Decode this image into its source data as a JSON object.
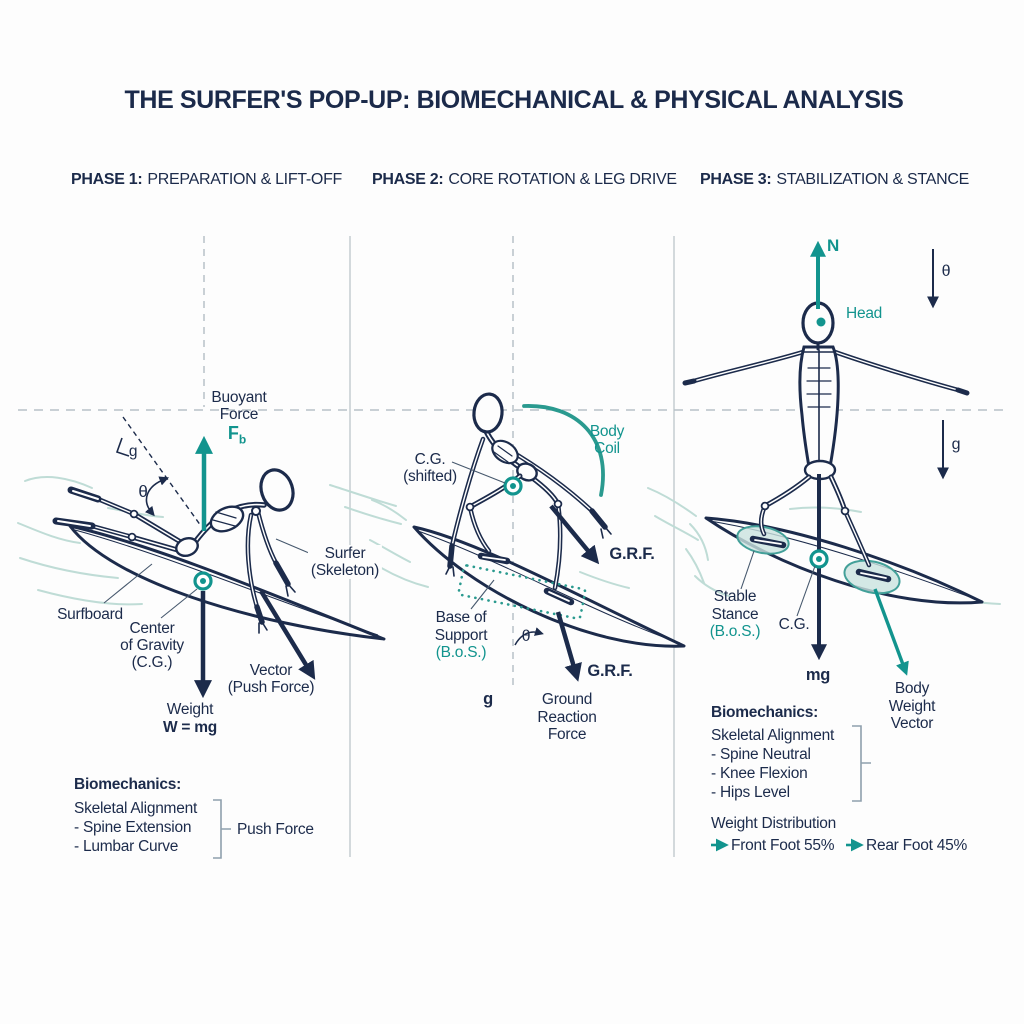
{
  "palette": {
    "navy": "#1c2b4b",
    "teal": "#12948e",
    "teal_fill": "#c9e2de",
    "wave": "#bfdcd6",
    "gray_dash": "#b8c2c8",
    "divider": "#c5cdd2"
  },
  "title": "THE SURFER'S POP-UP: BIOMECHANICAL & PHYSICAL ANALYSIS",
  "phase1": {
    "heading_label": "PHASE 1:",
    "heading_text": "PREPARATION & LIFT-OFF",
    "buoyant_line1": "Buoyant",
    "buoyant_line2": "Force",
    "fb_main": "F",
    "fb_sub": "b",
    "g_label": "g",
    "theta": "θ",
    "surfer_line1": "Surfer",
    "surfer_line2": "(Skeleton)",
    "surfboard": "Surfboard",
    "cg_line1": "Center",
    "cg_line2": "of Gravity",
    "cg_line3": "(C.G.)",
    "vector_line1": "Vector",
    "vector_line2": "(Push Force)",
    "weight": "Weight",
    "weight_eq": "W = mg",
    "bio_heading": "Biomechanics:",
    "bio_line1": "Skeletal Alignment",
    "bio_item1": "- Spine Extension",
    "bio_item2": "- Lumbar Curve",
    "bracket_label": "Push Force"
  },
  "phase2": {
    "heading_label": "PHASE 2:",
    "heading_text": "CORE ROTATION & LEG DRIVE",
    "cg_line1": "C.G.",
    "cg_line2": "(shifted)",
    "bodycoil_line1": "Body",
    "bodycoil_line2": "Coil",
    "grf1": "G.R.F.",
    "grf2": "G.R.F.",
    "bos_line1": "Base of",
    "bos_line2": "Support",
    "bos_line3": "(B.o.S.)",
    "theta": "θ",
    "g_label": "g",
    "ground_line1": "Ground",
    "ground_line2": "Reaction",
    "ground_line3": "Force"
  },
  "phase3": {
    "heading_label": "PHASE 3:",
    "heading_text": "STABILIZATION & STANCE",
    "n_label": "N",
    "head": "Head",
    "theta": "θ",
    "g_label": "g",
    "stance_line1": "Stable",
    "stance_line2": "Stance",
    "stance_line3": "(B.o.S.)",
    "cg": "C.G.",
    "mg": "mg",
    "bwv_line1": "Body",
    "bwv_line2": "Weight",
    "bwv_line3": "Vector",
    "bio_heading": "Biomechanics:",
    "bio_line1": "Skeletal Alignment",
    "bio_item1": "- Spine Neutral",
    "bio_item2": "- Knee Flexion",
    "bio_item3": "- Hips Level",
    "wd_heading": "Weight Distribution",
    "wd_front": "Front Foot 55%",
    "wd_rear": "Rear Foot 45%"
  }
}
